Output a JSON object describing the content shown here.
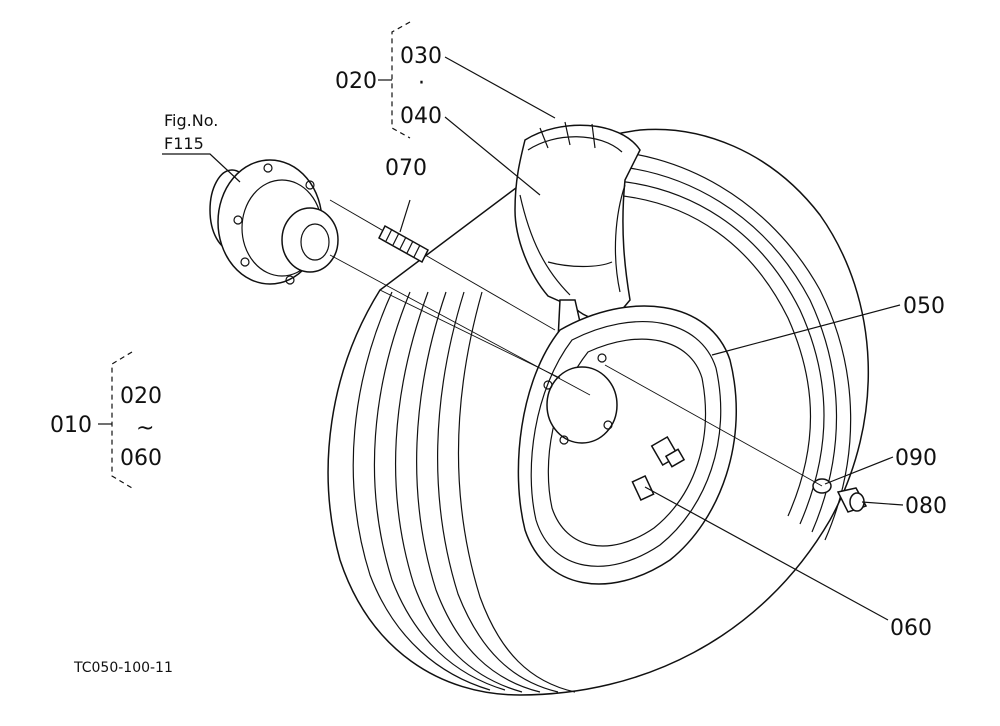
{
  "callouts": {
    "c010": "010",
    "c020_top": "020",
    "c030": "030",
    "dot": "·",
    "c040": "040",
    "c050": "050",
    "c060": "060",
    "c070": "070",
    "c080": "080",
    "c090": "090",
    "range_start": "020",
    "range_tilde": "~",
    "range_end": "060"
  },
  "fig_ref": {
    "line1": "Fig.No.",
    "line2": "F115"
  },
  "drawing_code": "TC050-100-11"
}
